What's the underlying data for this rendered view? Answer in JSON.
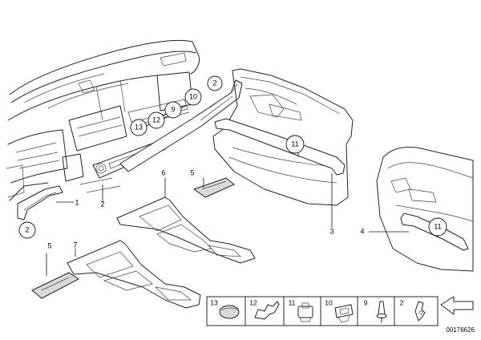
{
  "callouts": {
    "circled_2_upper": "2",
    "circled_10": "10",
    "circled_9": "9",
    "circled_12": "12",
    "circled_13": "13",
    "circled_11_door": "11",
    "circled_11_right": "11",
    "circled_2_lower": "2"
  },
  "labels": {
    "part_1": "1",
    "part_2": "2",
    "part_3": "3",
    "part_4": "4",
    "part_5_left": "5",
    "part_5_right": "5",
    "part_6": "6",
    "part_7": "7"
  },
  "legend": [
    "13",
    "12",
    "11",
    "10",
    "9",
    "2"
  ],
  "document_number": "00176626"
}
